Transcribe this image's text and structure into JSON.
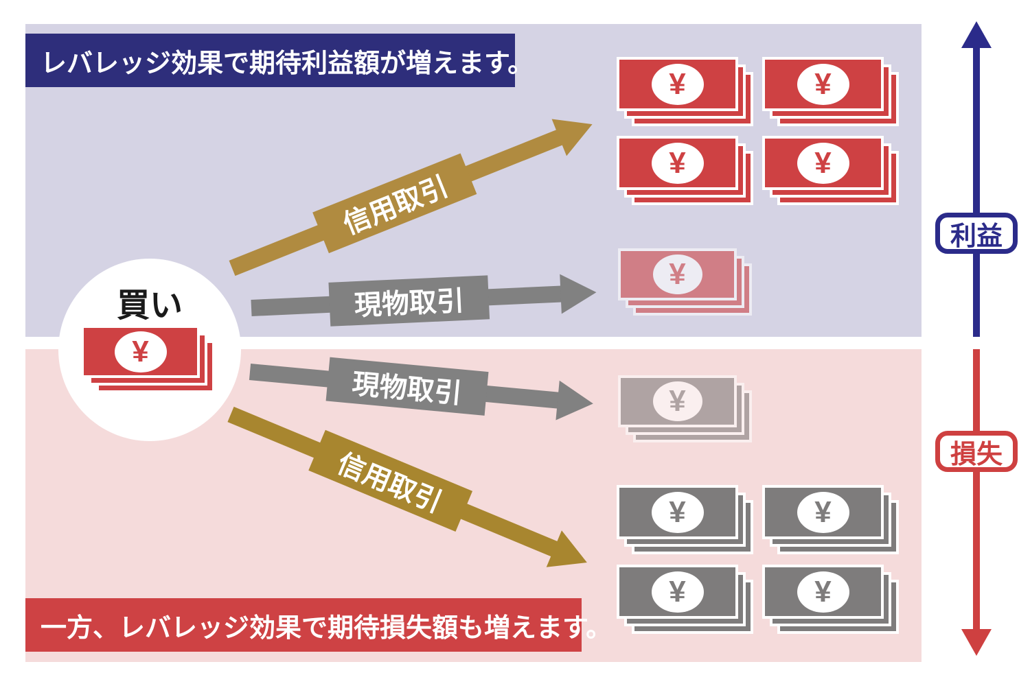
{
  "profit_section": {
    "banner": "レバレッジ効果で期待利益額が増えます。",
    "bg_color": "#D5D3E4",
    "banner_color": "#2E2E7B"
  },
  "loss_section": {
    "banner": "一方、レバレッジ効果で期待損失額も増えます。",
    "bg_color": "#F5DBDB",
    "banner_color": "#CE4244"
  },
  "origin": {
    "label": "買い"
  },
  "yen_symbol": "¥",
  "arrows": {
    "margin_up": {
      "label": "信用取引",
      "color": "#B08B40"
    },
    "spot_up": {
      "label": "現物取引",
      "color": "#818181"
    },
    "spot_down": {
      "label": "現物取引",
      "color": "#818181"
    },
    "margin_down": {
      "label": "信用取引",
      "color": "#A8862F"
    }
  },
  "axis": {
    "profit": {
      "label": "利益",
      "color": "#2B2B8A",
      "direction": "up"
    },
    "loss": {
      "label": "損失",
      "color": "#CE4040",
      "direction": "down"
    }
  },
  "bills": {
    "bill_red_color": "#CE4143",
    "bill_gray_color": "#7E7C7C",
    "margin_profit_stacks": 4,
    "spot_profit_stacks": 1,
    "spot_loss_stacks": 1,
    "margin_loss_stacks": 4,
    "origin_stacks": 1
  }
}
